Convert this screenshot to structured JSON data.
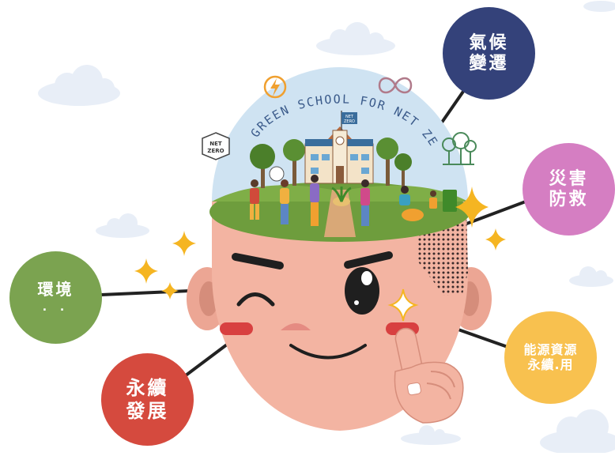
{
  "banner": {
    "text": "GREEN SCHOOL FOR NET ZERO"
  },
  "badges": {
    "net_zero_line1": "NET",
    "net_zero_line2": "ZERO",
    "flag_line1": "NET",
    "flag_line2": "ZERO"
  },
  "bubbles": {
    "climate": {
      "line1": "氣候",
      "line2": "變遷",
      "color": "#34427a"
    },
    "disaster": {
      "line1": "災害",
      "line2": "防救",
      "color": "#d57ec2"
    },
    "energy": {
      "line1": "能源資源",
      "line2": "永續.用",
      "color": "#f8c14f"
    },
    "sustain": {
      "line1": "永續",
      "line2": "發展",
      "color": "#d54a3e"
    },
    "environment": {
      "line1": "環境",
      "line2": ". .",
      "color": "#7ba350"
    }
  },
  "icons": [
    "lightning-icon",
    "infinity-icon",
    "net-zero-badge-icon",
    "trees-icon",
    "sparkle-icon",
    "cloud-icon",
    "school-icon",
    "recycle-bin-icon",
    "plant-icon"
  ]
}
